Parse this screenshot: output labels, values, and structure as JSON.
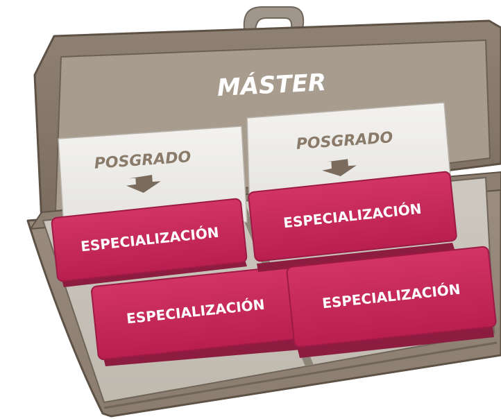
{
  "title": "MÁSTER",
  "left_compartment": {
    "label": "POSGRADO",
    "cards": [
      "ESPECIALIZACIÓN",
      "ESPECIALIZACIÓN"
    ]
  },
  "right_compartment": {
    "label": "POSGRADO",
    "cards": [
      "ESPECIALIZACIÓN",
      "ESPECIALIZACIÓN"
    ]
  },
  "colors": {
    "case_brown": "#8a7b6c",
    "lid_inner": "#a89c8f",
    "panel": "#ececea",
    "card_pink": "#c8275a",
    "label_brown": "#8a7a6a"
  }
}
